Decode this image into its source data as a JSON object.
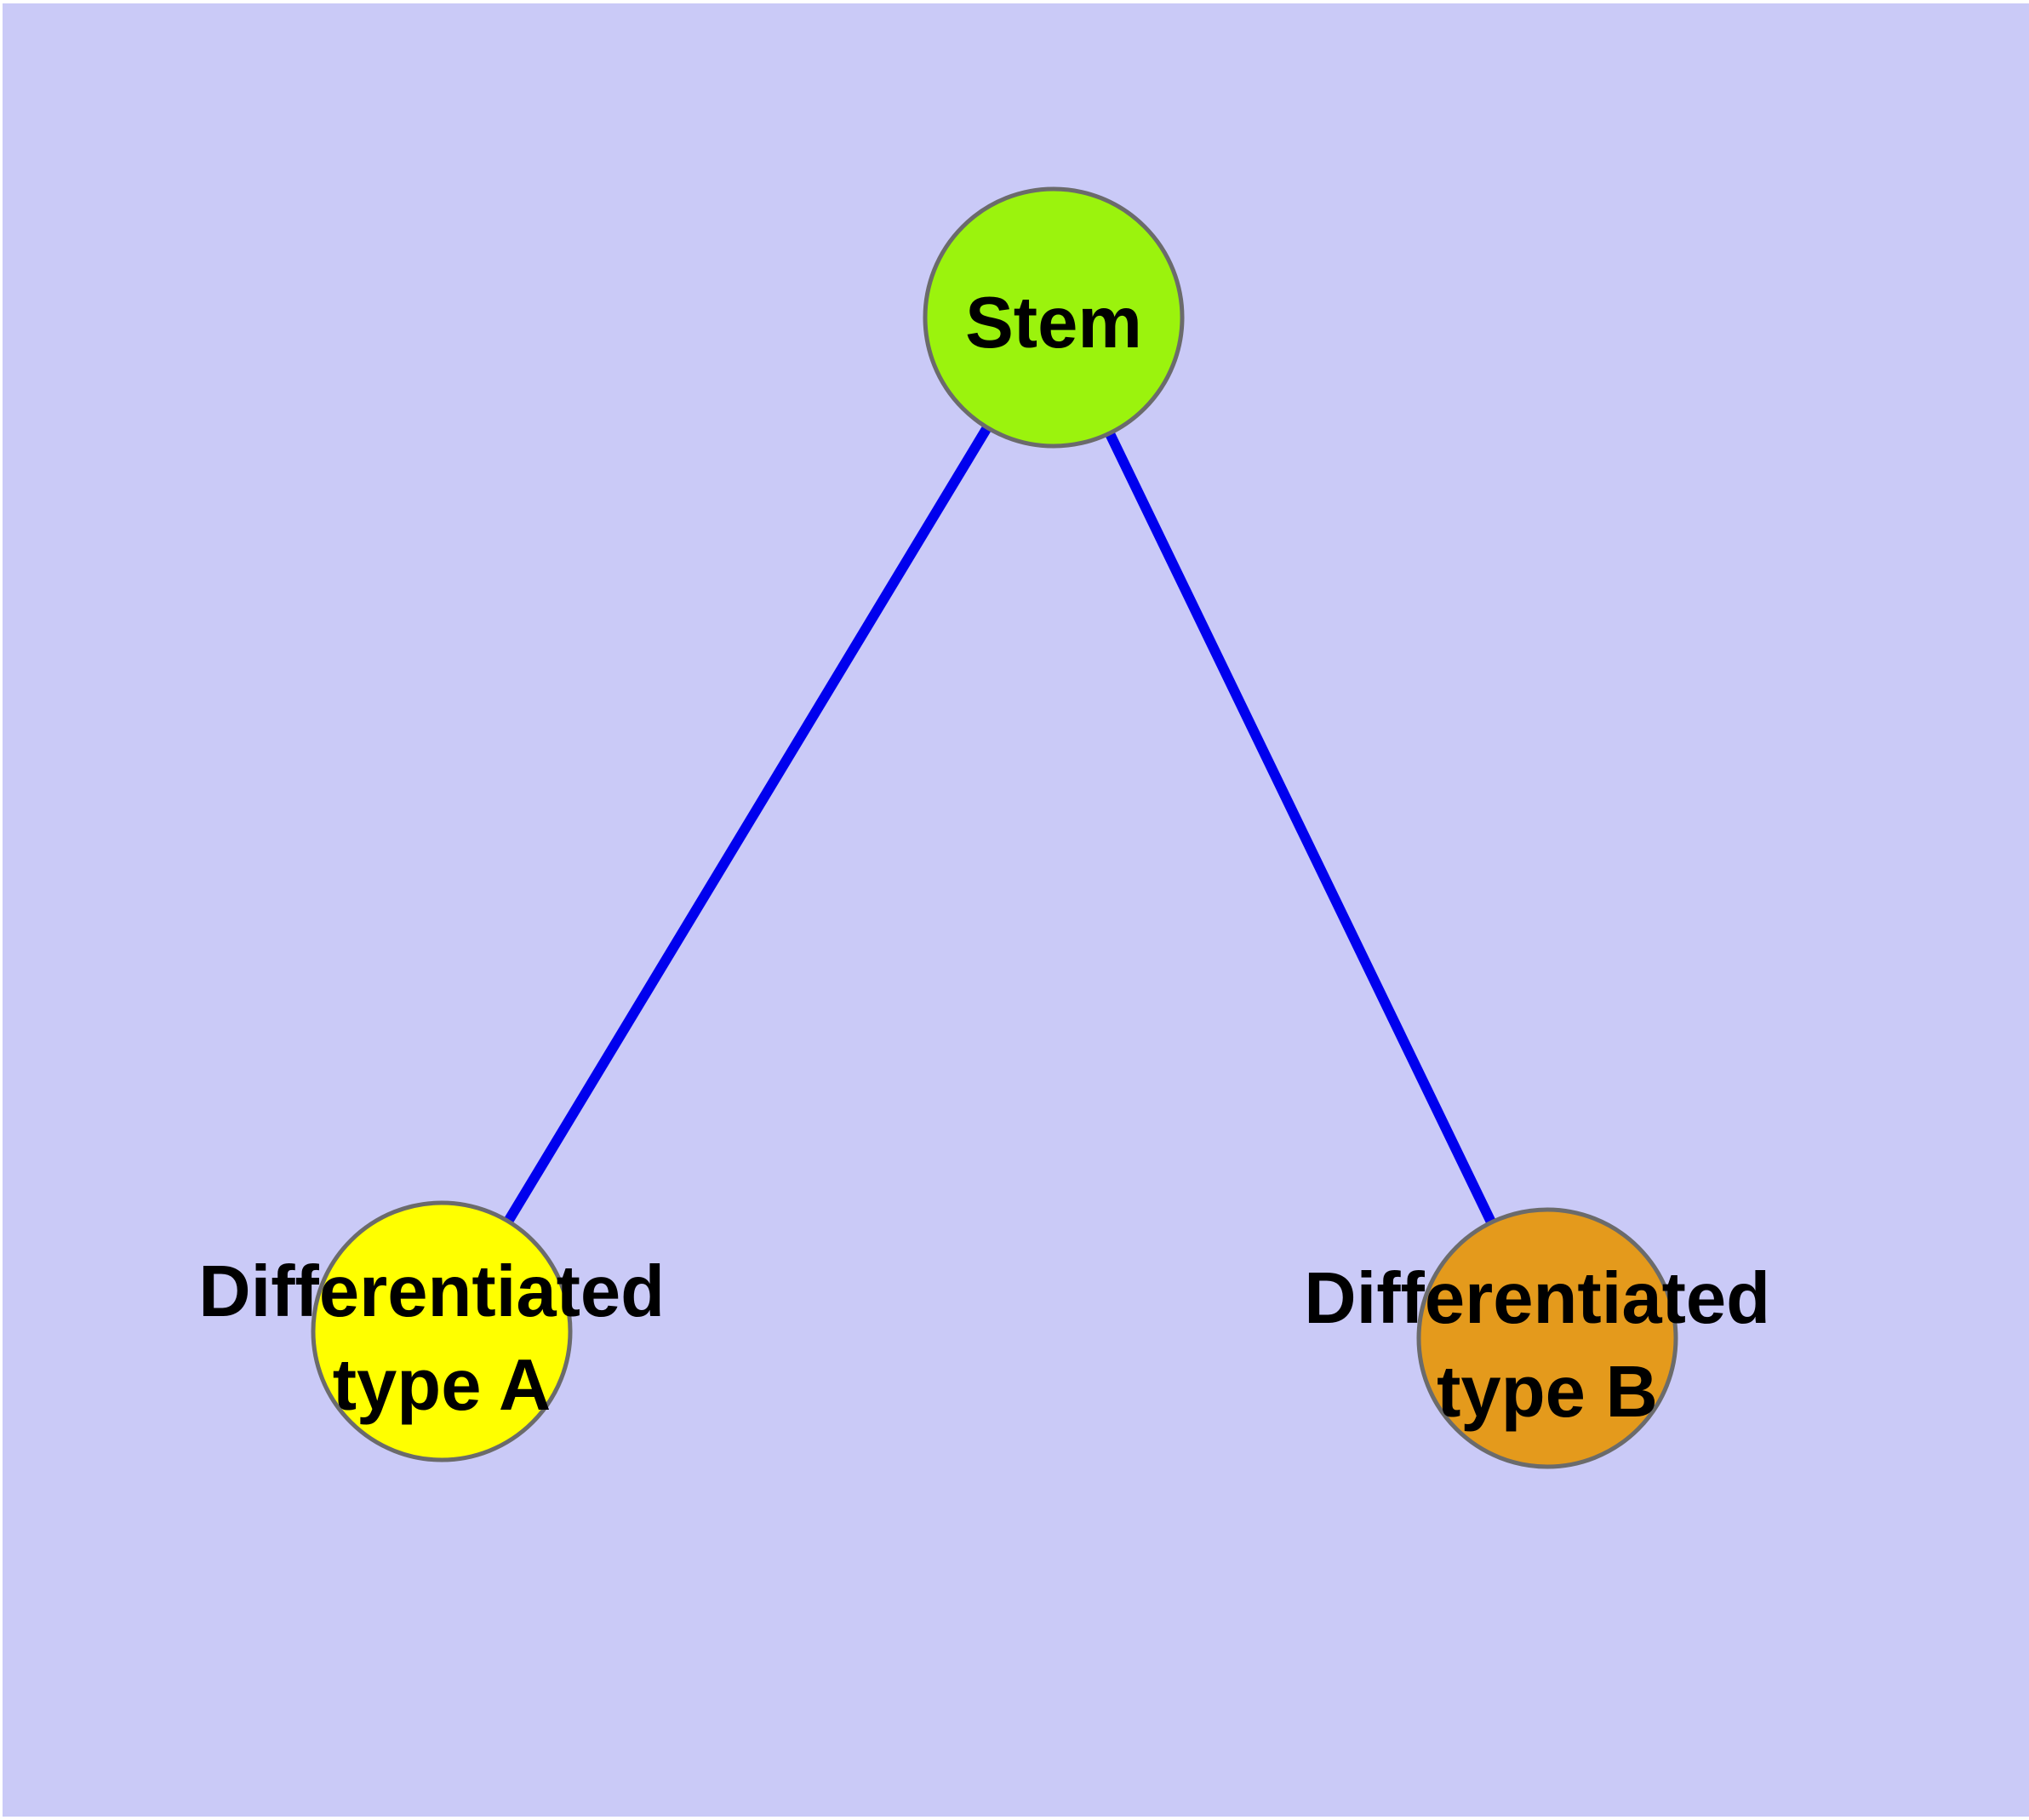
{
  "diagram": {
    "description": "Cell differentiation graph: a stem node connected to two differentiated cell type nodes",
    "background_color": "#cacaf7",
    "frame_color": "#ffffff",
    "edge_color": "#0000ee",
    "node_border_color": "#6b6b6b",
    "text_color": "#000000",
    "nodes": [
      {
        "id": "stem",
        "fill": "#9bf30d",
        "lines": [
          "Stem"
        ]
      },
      {
        "id": "diff-a",
        "fill": "#ffff00",
        "lines": [
          "Differentiated",
          "type A"
        ]
      },
      {
        "id": "diff-b",
        "fill": "#e49a1c",
        "lines": [
          "Differentiated",
          "type B"
        ]
      }
    ],
    "edges": [
      {
        "id": "stem-to-diff-a",
        "from": "Stem",
        "to": "Differentiated type A"
      },
      {
        "id": "stem-to-diff-b",
        "from": "Stem",
        "to": "Differentiated type B"
      }
    ]
  }
}
